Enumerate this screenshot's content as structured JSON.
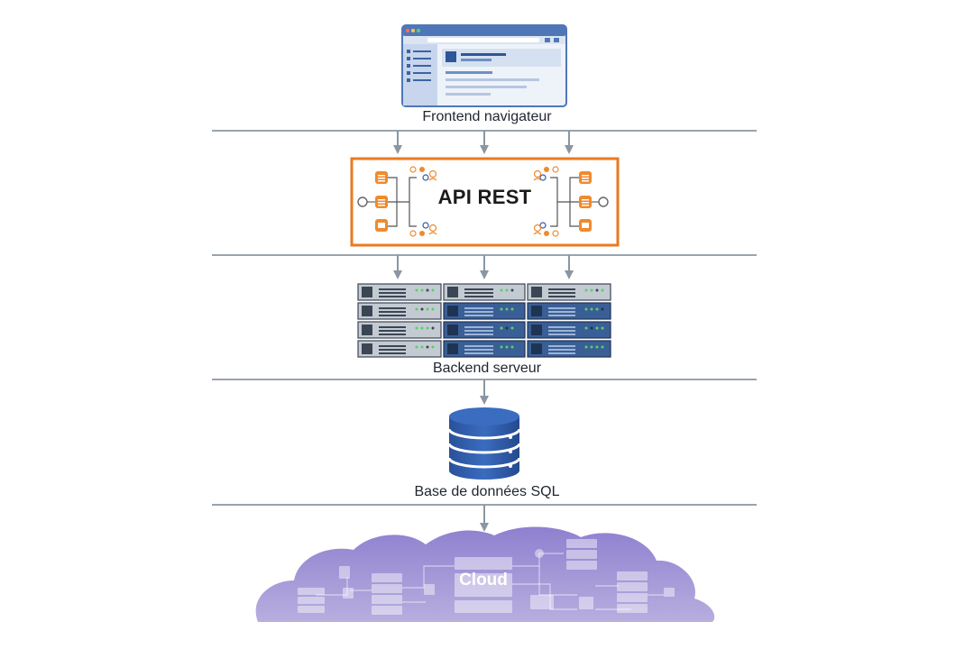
{
  "diagram": {
    "layers": {
      "frontend": {
        "label": "Frontend navigateur"
      },
      "api": {
        "label": "API REST"
      },
      "backend": {
        "label": "Backend serveur"
      },
      "database": {
        "label": "Base de données SQL"
      },
      "cloud": {
        "label": "Cloud"
      }
    }
  },
  "colors": {
    "arrow": "#8a96a3",
    "separator": "#9aa3ad",
    "api_border": "#ea7a1f",
    "api_icon": "#f08a2c",
    "browser_frame": "#4f77b8",
    "database": "#2d5aa6",
    "server_blue": "#3a5f96",
    "server_gray": "#b9c1ca",
    "cloud_fill": "#9c8fcf"
  }
}
